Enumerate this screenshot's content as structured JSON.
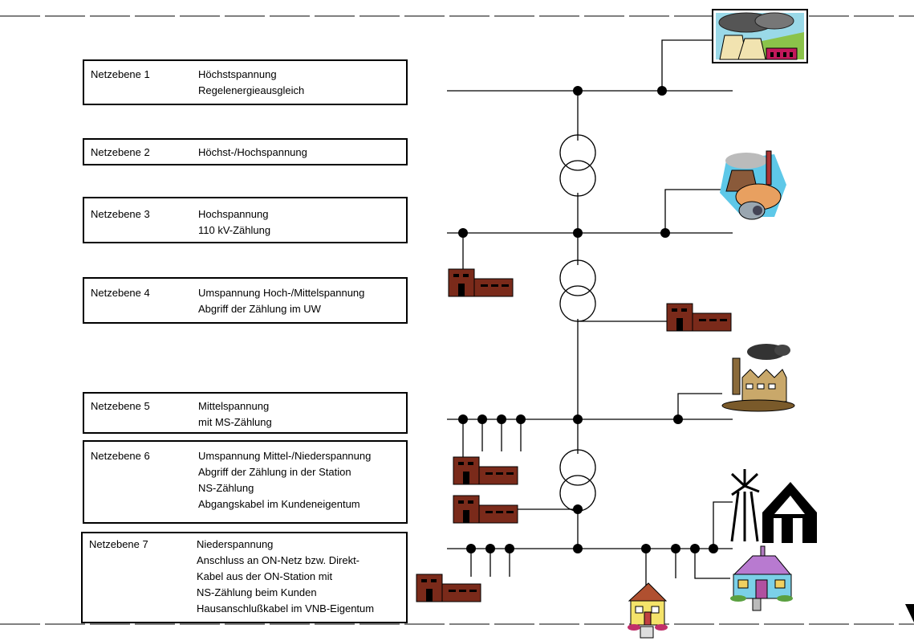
{
  "levels": [
    {
      "name": "Netzebene 1",
      "description": "Höchstspannung\nRegelenergieausgleich"
    },
    {
      "name": "Netzebene 2",
      "description": "Höchst-/Hochspannung"
    },
    {
      "name": "Netzebene 3",
      "description": "Hochspannung\n110 kV-Zählung"
    },
    {
      "name": "Netzebene 4",
      "description": "Umspannung Hoch-/Mittelspannung\nAbgriff der Zählung im UW"
    },
    {
      "name": "Netzebene 5",
      "description": "Mittelspannung\nmit MS-Zählung"
    },
    {
      "name": "Netzebene 6",
      "description": "Umspannung Mittel-/Niederspannung\nAbgriff der Zählung in der Station\nNS-Zählung\nAbgangskabel im Kundeneigentum"
    },
    {
      "name": "Netzebene 7",
      "description": "Niederspannung\nAnschluss an ON-Netz bzw. Direkt-\nKabel aus der ON-Station mit\nNS-Zählung beim Kunden\nHausanschlußkabel im VNB-Eigentum"
    }
  ],
  "icons": [
    "power-plant-icon",
    "nuclear-plant-icon",
    "factory-icon",
    "industrial-smokestack-icon",
    "windmill-barn-icon",
    "house-icon",
    "transformer-icon"
  ],
  "colors": {
    "building": "#7a2a1a",
    "line": "#000000"
  }
}
